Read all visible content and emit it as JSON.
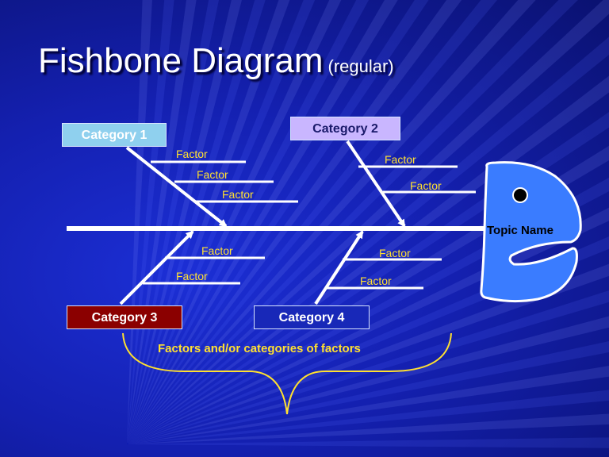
{
  "title": {
    "main": "Fishbone Diagram",
    "subtitle": "(regular)"
  },
  "colors": {
    "factor_text": "#ffe030",
    "bone_line": "#ffffff",
    "head_fill": "#3a7cff",
    "category1_fill": "#8fd0ee",
    "category2_fill": "#c9b6ff",
    "category3_fill": "#8b0000",
    "category4_fill": "#1828b8"
  },
  "categories": [
    {
      "label": "Category 1",
      "factors": [
        "Factor",
        "Factor",
        "Factor"
      ]
    },
    {
      "label": "Category 2",
      "factors": [
        "Factor",
        "Factor"
      ]
    },
    {
      "label": "Category 3",
      "factors": [
        "Factor",
        "Factor"
      ]
    },
    {
      "label": "Category 4",
      "factors": [
        "Factor",
        "Factor"
      ]
    }
  ],
  "head": {
    "label": "Topic Name",
    "eye_icon": "eye-icon"
  },
  "brace": {
    "label": "Factors and/or categories of factors"
  }
}
